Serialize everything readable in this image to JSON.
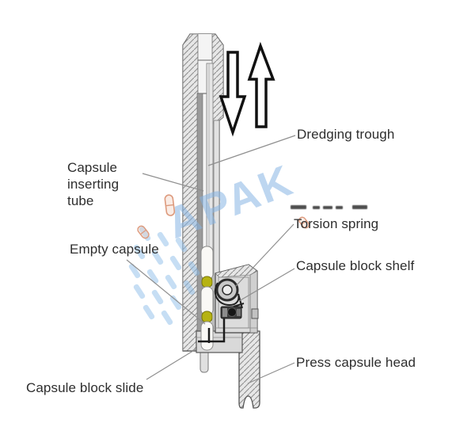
{
  "figure": {
    "type": "technical-diagram",
    "subject": "Capsule inserting mechanism cross-section",
    "labels": {
      "capsule_inserting_tube": "Capsule inserting tube",
      "dredging_trough": "Dredging trough",
      "empty_capsule": "Empty capsule",
      "torsion_spring": "Torsion spring",
      "capsule_block_shelf": "Capsule block shelf",
      "press_capsule_head": "Press capsule head",
      "capsule_block_slide": "Capsule block slide"
    },
    "icons": {
      "down_arrow": "down-arrow-outline",
      "up_arrow": "up-arrow-outline",
      "watermark_capsule": "capsule-outline"
    },
    "colors": {
      "label_text": "#2e2e2e",
      "leader_line": "#8f8f8f",
      "capsule_body": "#faf9f6",
      "capsule_cap": "#b6b312",
      "metal_fill": "#ececec",
      "metal_dark": "#9a9a9a",
      "hatch_line": "#8f8f8f",
      "arrow_outline": "#111111",
      "watermark_blue": "#87b5e3",
      "watermark_orange": "#dd9a7d"
    },
    "watermark": {
      "part1": "A",
      "part2": "PAK"
    }
  }
}
